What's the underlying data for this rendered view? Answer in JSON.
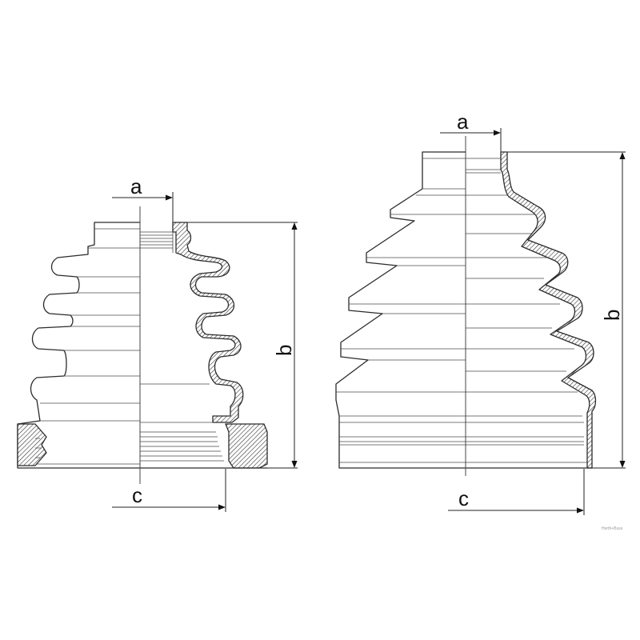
{
  "figures": [
    {
      "labels": {
        "a": "a",
        "b": "b",
        "c": "c"
      }
    },
    {
      "labels": {
        "a": "a",
        "b": "b",
        "c": "c"
      }
    }
  ],
  "watermark": "Herth+Buss"
}
